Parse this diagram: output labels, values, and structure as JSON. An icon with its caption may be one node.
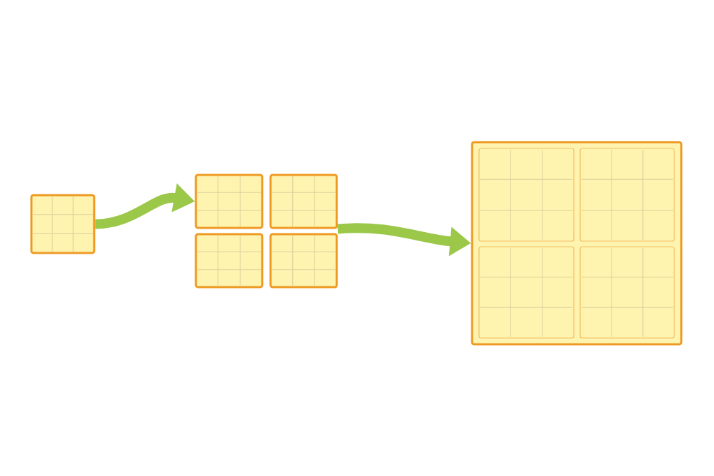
{
  "diagram": {
    "nodes": [
      {
        "text": [],
        "shape": "box"
      },
      {
        "text": [],
        "shape": "box"
      },
      {
        "text": [],
        "shape": "box"
      },
      {
        "text": [],
        "shape": "box"
      },
      {
        "text": [],
        "shape": "box"
      },
      {
        "text": [],
        "shape": "box"
      },
      {
        "text": [],
        "shape": "box",
        "in": 5
      },
      {
        "text": [],
        "shape": "box",
        "in": 5
      },
      {
        "text": [],
        "shape": "box",
        "in": 5
      },
      {
        "text": [],
        "shape": "box",
        "in": 5
      }
    ],
    "edges": [
      {
        "from": 0,
        "to": 1,
        "arrow": "to"
      },
      {
        "from": 2,
        "to": 5,
        "arrow": "to"
      }
    ]
  }
}
